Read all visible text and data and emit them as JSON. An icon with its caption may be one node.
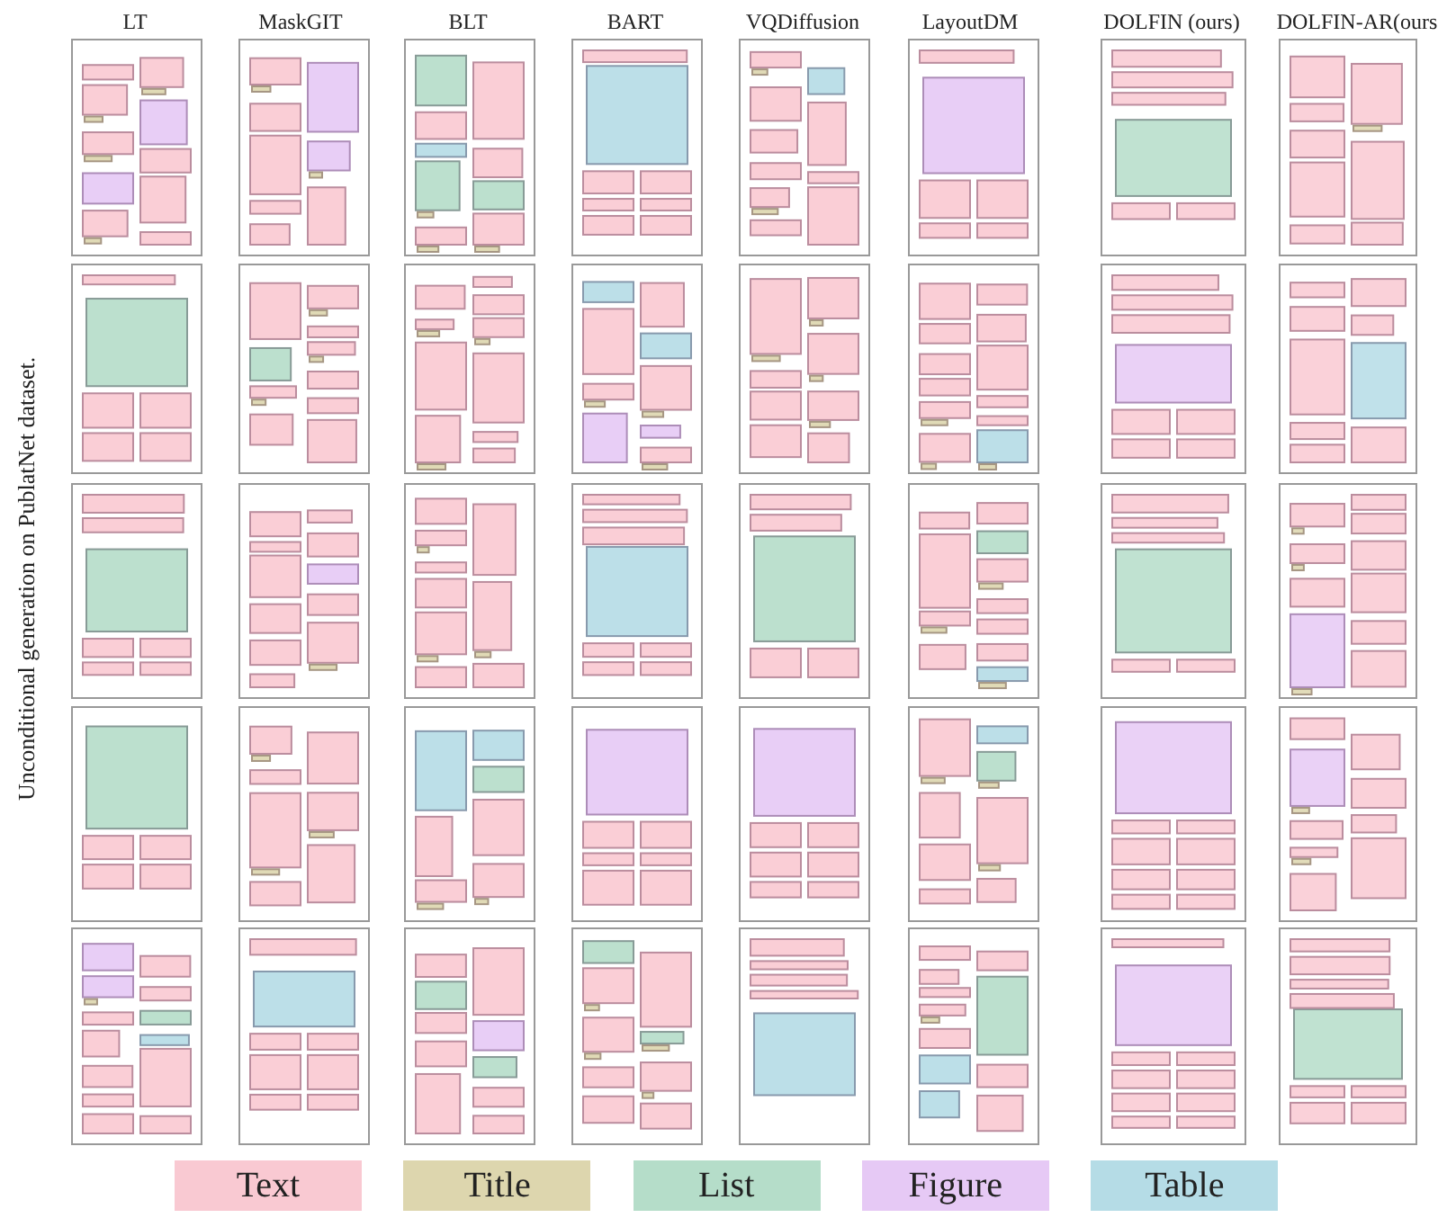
{
  "diagram": {
    "labels": [
      "LT",
      "MaskGIT",
      "BLT",
      "BART",
      "VQDiffusion",
      "LayoutDM",
      "DOLFIN (ours)",
      "DOLFIN-AR(ours",
      "Unconditional generation on PublatNet dataset."
    ],
    "legend": [
      {
        "text": "Text",
        "color": "#f9c9d2"
      },
      {
        "text": "Title",
        "color": "#ddd6ae"
      },
      {
        "text": "List",
        "color": "#b5ddc9"
      },
      {
        "text": "Figure",
        "color": "#e6c9f5"
      },
      {
        "text": "Table",
        "color": "#b5dce6"
      }
    ]
  }
}
